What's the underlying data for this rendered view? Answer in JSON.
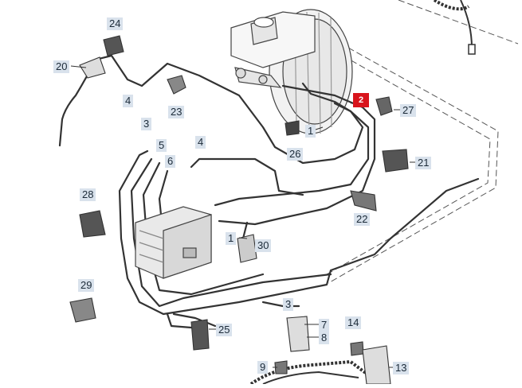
{
  "diagram": {
    "highlighted_callout": "2",
    "callouts": [
      "24",
      "20",
      "4",
      "23",
      "3",
      "5",
      "6",
      "4",
      "28",
      "26",
      "1",
      "27",
      "21",
      "22",
      "1",
      "30",
      "29",
      "3",
      "7",
      "8",
      "25",
      "14",
      "9",
      "13"
    ]
  },
  "colors": {
    "line": "#333333",
    "label_background": "#d9e2ec",
    "highlight": "#d8141c"
  }
}
